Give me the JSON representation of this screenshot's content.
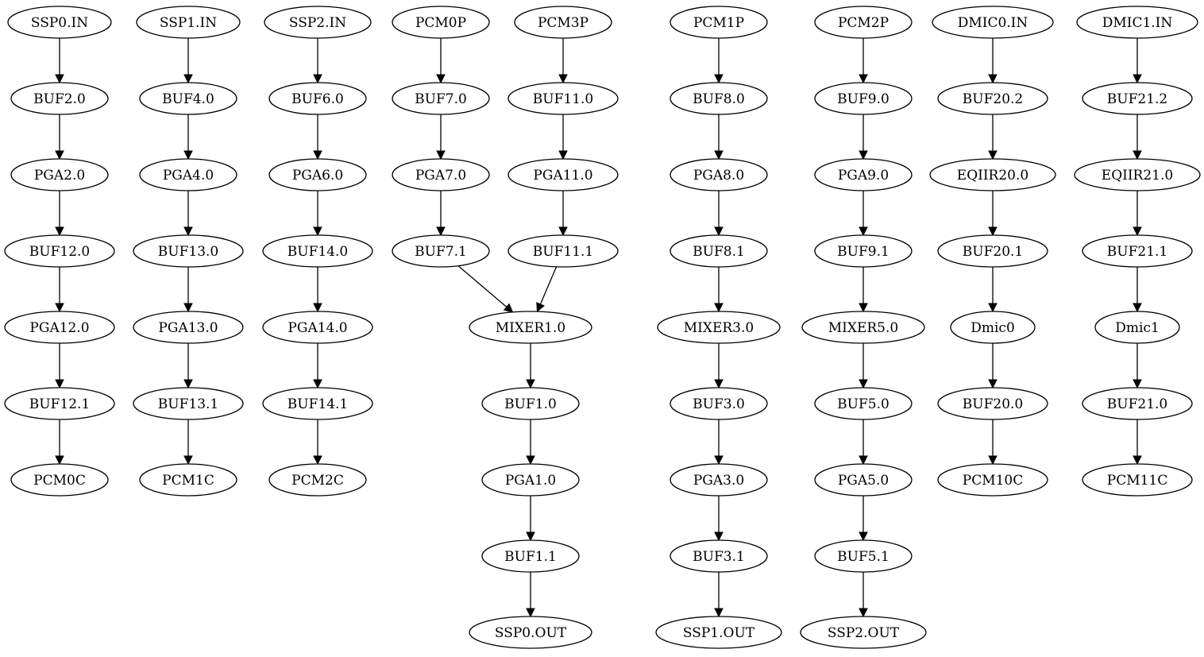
{
  "nodes": [
    {
      "id": "SSP0.IN",
      "label": "SSP0.IN"
    },
    {
      "id": "BUF2.0",
      "label": "BUF2.0"
    },
    {
      "id": "PGA2.0",
      "label": "PGA2.0"
    },
    {
      "id": "BUF12.0",
      "label": "BUF12.0"
    },
    {
      "id": "PGA12.0",
      "label": "PGA12.0"
    },
    {
      "id": "BUF12.1",
      "label": "BUF12.1"
    },
    {
      "id": "PCM0C",
      "label": "PCM0C"
    },
    {
      "id": "SSP1.IN",
      "label": "SSP1.IN"
    },
    {
      "id": "BUF4.0",
      "label": "BUF4.0"
    },
    {
      "id": "PGA4.0",
      "label": "PGA4.0"
    },
    {
      "id": "BUF13.0",
      "label": "BUF13.0"
    },
    {
      "id": "PGA13.0",
      "label": "PGA13.0"
    },
    {
      "id": "BUF13.1",
      "label": "BUF13.1"
    },
    {
      "id": "PCM1C",
      "label": "PCM1C"
    },
    {
      "id": "SSP2.IN",
      "label": "SSP2.IN"
    },
    {
      "id": "BUF6.0",
      "label": "BUF6.0"
    },
    {
      "id": "PGA6.0",
      "label": "PGA6.0"
    },
    {
      "id": "BUF14.0",
      "label": "BUF14.0"
    },
    {
      "id": "PGA14.0",
      "label": "PGA14.0"
    },
    {
      "id": "BUF14.1",
      "label": "BUF14.1"
    },
    {
      "id": "PCM2C",
      "label": "PCM2C"
    },
    {
      "id": "PCM0P",
      "label": "PCM0P"
    },
    {
      "id": "BUF7.0",
      "label": "BUF7.0"
    },
    {
      "id": "PGA7.0",
      "label": "PGA7.0"
    },
    {
      "id": "BUF7.1",
      "label": "BUF7.1"
    },
    {
      "id": "PCM3P",
      "label": "PCM3P"
    },
    {
      "id": "BUF11.0",
      "label": "BUF11.0"
    },
    {
      "id": "PGA11.0",
      "label": "PGA11.0"
    },
    {
      "id": "BUF11.1",
      "label": "BUF11.1"
    },
    {
      "id": "MIXER1.0",
      "label": "MIXER1.0"
    },
    {
      "id": "BUF1.0",
      "label": "BUF1.0"
    },
    {
      "id": "PGA1.0",
      "label": "PGA1.0"
    },
    {
      "id": "BUF1.1",
      "label": "BUF1.1"
    },
    {
      "id": "SSP0.OUT",
      "label": "SSP0.OUT"
    },
    {
      "id": "PCM1P",
      "label": "PCM1P"
    },
    {
      "id": "BUF8.0",
      "label": "BUF8.0"
    },
    {
      "id": "PGA8.0",
      "label": "PGA8.0"
    },
    {
      "id": "BUF8.1",
      "label": "BUF8.1"
    },
    {
      "id": "MIXER3.0",
      "label": "MIXER3.0"
    },
    {
      "id": "BUF3.0",
      "label": "BUF3.0"
    },
    {
      "id": "PGA3.0",
      "label": "PGA3.0"
    },
    {
      "id": "BUF3.1",
      "label": "BUF3.1"
    },
    {
      "id": "SSP1.OUT",
      "label": "SSP1.OUT"
    },
    {
      "id": "PCM2P",
      "label": "PCM2P"
    },
    {
      "id": "BUF9.0",
      "label": "BUF9.0"
    },
    {
      "id": "PGA9.0",
      "label": "PGA9.0"
    },
    {
      "id": "BUF9.1",
      "label": "BUF9.1"
    },
    {
      "id": "MIXER5.0",
      "label": "MIXER5.0"
    },
    {
      "id": "BUF5.0",
      "label": "BUF5.0"
    },
    {
      "id": "PGA5.0",
      "label": "PGA5.0"
    },
    {
      "id": "BUF5.1",
      "label": "BUF5.1"
    },
    {
      "id": "SSP2.OUT",
      "label": "SSP2.OUT"
    },
    {
      "id": "DMIC0.IN",
      "label": "DMIC0.IN"
    },
    {
      "id": "BUF20.2",
      "label": "BUF20.2"
    },
    {
      "id": "EQIIR20.0",
      "label": "EQIIR20.0"
    },
    {
      "id": "BUF20.1",
      "label": "BUF20.1"
    },
    {
      "id": "Dmic0",
      "label": "Dmic0"
    },
    {
      "id": "BUF20.0",
      "label": "BUF20.0"
    },
    {
      "id": "PCM10C",
      "label": "PCM10C"
    },
    {
      "id": "DMIC1.IN",
      "label": "DMIC1.IN"
    },
    {
      "id": "BUF21.2",
      "label": "BUF21.2"
    },
    {
      "id": "EQIIR21.0",
      "label": "EQIIR21.0"
    },
    {
      "id": "BUF21.1",
      "label": "BUF21.1"
    },
    {
      "id": "Dmic1",
      "label": "Dmic1"
    },
    {
      "id": "BUF21.0",
      "label": "BUF21.0"
    },
    {
      "id": "PCM11C",
      "label": "PCM11C"
    }
  ],
  "edges": [
    [
      "SSP0.IN",
      "BUF2.0"
    ],
    [
      "BUF2.0",
      "PGA2.0"
    ],
    [
      "PGA2.0",
      "BUF12.0"
    ],
    [
      "BUF12.0",
      "PGA12.0"
    ],
    [
      "PGA12.0",
      "BUF12.1"
    ],
    [
      "BUF12.1",
      "PCM0C"
    ],
    [
      "SSP1.IN",
      "BUF4.0"
    ],
    [
      "BUF4.0",
      "PGA4.0"
    ],
    [
      "PGA4.0",
      "BUF13.0"
    ],
    [
      "BUF13.0",
      "PGA13.0"
    ],
    [
      "PGA13.0",
      "BUF13.1"
    ],
    [
      "BUF13.1",
      "PCM1C"
    ],
    [
      "SSP2.IN",
      "BUF6.0"
    ],
    [
      "BUF6.0",
      "PGA6.0"
    ],
    [
      "PGA6.0",
      "BUF14.0"
    ],
    [
      "BUF14.0",
      "PGA14.0"
    ],
    [
      "PGA14.0",
      "BUF14.1"
    ],
    [
      "BUF14.1",
      "PCM2C"
    ],
    [
      "PCM0P",
      "BUF7.0"
    ],
    [
      "BUF7.0",
      "PGA7.0"
    ],
    [
      "PGA7.0",
      "BUF7.1"
    ],
    [
      "BUF7.1",
      "MIXER1.0"
    ],
    [
      "PCM3P",
      "BUF11.0"
    ],
    [
      "BUF11.0",
      "PGA11.0"
    ],
    [
      "PGA11.0",
      "BUF11.1"
    ],
    [
      "BUF11.1",
      "MIXER1.0"
    ],
    [
      "MIXER1.0",
      "BUF1.0"
    ],
    [
      "BUF1.0",
      "PGA1.0"
    ],
    [
      "PGA1.0",
      "BUF1.1"
    ],
    [
      "BUF1.1",
      "SSP0.OUT"
    ],
    [
      "PCM1P",
      "BUF8.0"
    ],
    [
      "BUF8.0",
      "PGA8.0"
    ],
    [
      "PGA8.0",
      "BUF8.1"
    ],
    [
      "BUF8.1",
      "MIXER3.0"
    ],
    [
      "MIXER3.0",
      "BUF3.0"
    ],
    [
      "BUF3.0",
      "PGA3.0"
    ],
    [
      "PGA3.0",
      "BUF3.1"
    ],
    [
      "BUF3.1",
      "SSP1.OUT"
    ],
    [
      "PCM2P",
      "BUF9.0"
    ],
    [
      "BUF9.0",
      "PGA9.0"
    ],
    [
      "PGA9.0",
      "BUF9.1"
    ],
    [
      "BUF9.1",
      "MIXER5.0"
    ],
    [
      "MIXER5.0",
      "BUF5.0"
    ],
    [
      "BUF5.0",
      "PGA5.0"
    ],
    [
      "PGA5.0",
      "BUF5.1"
    ],
    [
      "BUF5.1",
      "SSP2.OUT"
    ],
    [
      "DMIC0.IN",
      "BUF20.2"
    ],
    [
      "BUF20.2",
      "EQIIR20.0"
    ],
    [
      "EQIIR20.0",
      "BUF20.1"
    ],
    [
      "BUF20.1",
      "Dmic0"
    ],
    [
      "Dmic0",
      "BUF20.0"
    ],
    [
      "BUF20.0",
      "PCM10C"
    ],
    [
      "DMIC1.IN",
      "BUF21.2"
    ],
    [
      "BUF21.2",
      "EQIIR21.0"
    ],
    [
      "EQIIR21.0",
      "BUF21.1"
    ],
    [
      "BUF21.1",
      "Dmic1"
    ],
    [
      "Dmic1",
      "BUF21.0"
    ],
    [
      "BUF21.0",
      "PCM11C"
    ]
  ]
}
